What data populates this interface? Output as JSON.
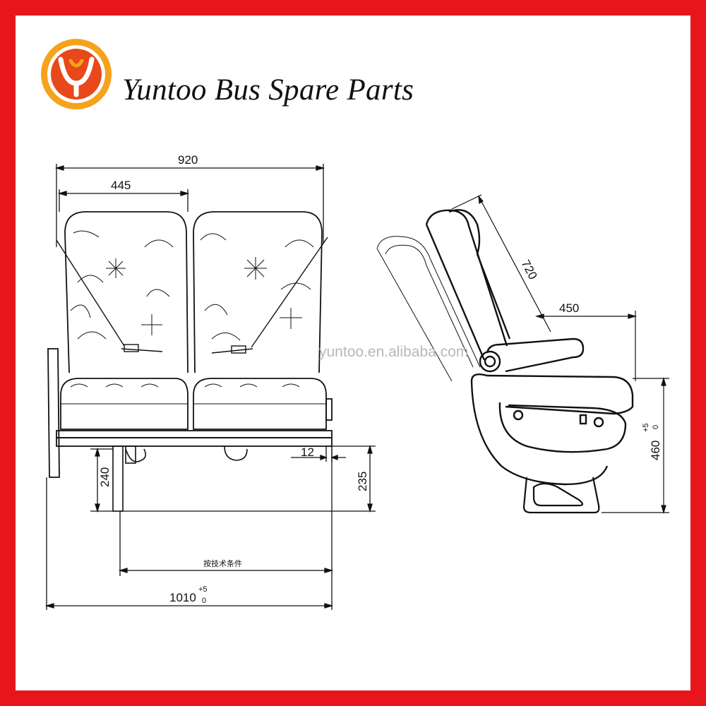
{
  "header": {
    "brand_name": "Yuntoo Bus Spare Parts",
    "logo_icon": "yuntoo-y-logo-icon",
    "logo_colors": {
      "outer": "#f7a21b",
      "inner": "#e8481a"
    }
  },
  "frame": {
    "border_color": "#e8161b"
  },
  "watermark": {
    "text": "yuntoo.en.alibaba.com"
  },
  "front_view": {
    "dim_total_width": "920",
    "dim_seat_width": "445",
    "dim_leg_height": "240",
    "dim_rail_height": "235",
    "dim_rail_offset": "12",
    "dim_base_width": "1010",
    "dim_base_tolerance_upper": "+5",
    "dim_base_tolerance_lower": "0",
    "note": "按技术条件"
  },
  "side_view": {
    "dim_back_height": "720",
    "dim_seat_depth": "450",
    "dim_seat_height": "460",
    "dim_seat_tolerance_upper": "+5",
    "dim_seat_tolerance_lower": "0"
  }
}
